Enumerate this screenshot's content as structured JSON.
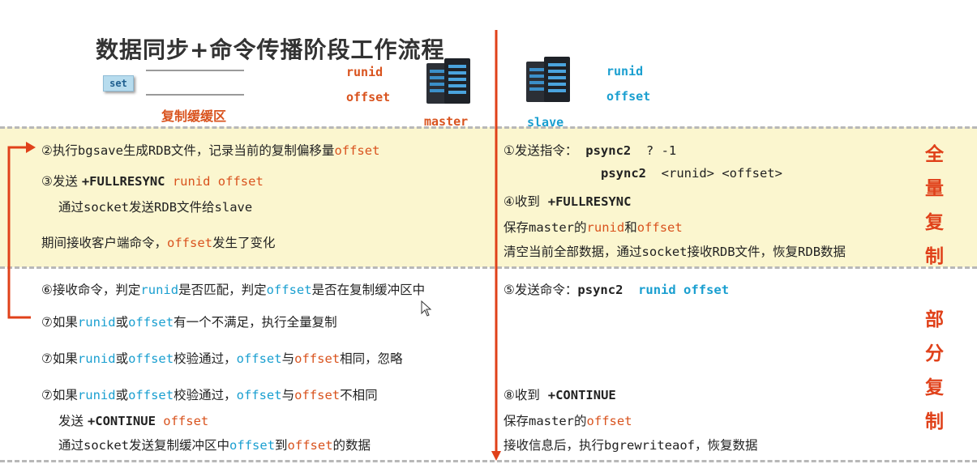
{
  "title": "数据同步+命令传播阶段工作流程",
  "buffer": {
    "set_label": "set",
    "label": "复制缓缓区"
  },
  "master": {
    "runid": "runid",
    "offset": "offset",
    "label": "master"
  },
  "slave": {
    "runid": "runid",
    "offset": "offset",
    "label": "slave"
  },
  "side_labels": {
    "full": [
      "全",
      "量",
      "复",
      "制"
    ],
    "partial": [
      "部",
      "分",
      "复",
      "制"
    ]
  },
  "full": {
    "left": {
      "l1": {
        "a": "②执行",
        "b": "bgsave",
        "c": "生成",
        "d": "RDB",
        "e": "文件，记录当前的复制偏移量",
        "f": "offset"
      },
      "l2": {
        "a": "③发送 ",
        "b": "+FULLRESYNC",
        "c": " runid offset"
      },
      "l3": {
        "a": "通过",
        "b": "socket",
        "c": "发送",
        "d": "RDB",
        "e": "文件给",
        "f": "slave"
      },
      "l4": {
        "a": "期间接收客户端命令，",
        "b": "offset",
        "c": "发生了变化"
      }
    },
    "right": {
      "l1": {
        "a": "①发送指令：  ",
        "b": "psync2",
        "c": "  ? -1"
      },
      "l2": {
        "b": "psync2",
        "c": "  <runid> <offset>"
      },
      "l3": {
        "a": "④收到  ",
        "b": "+FULLRESYNC"
      },
      "l4": {
        "a": "保存",
        "b": "master",
        "c": "的",
        "d": "runid",
        "e": "和",
        "f": "offset"
      },
      "l5": {
        "a": "清空当前全部数据，通过",
        "b": "socket",
        "c": "接收",
        "d": "RDB",
        "e": "文件，恢复",
        "f": "RDB",
        "g": "数据"
      }
    }
  },
  "partial": {
    "left": {
      "l1": {
        "a": "⑥接收命令，判定",
        "b": "runid",
        "c": "是否匹配，判定",
        "d": "offset",
        "e": "是否在复制缓冲区中"
      },
      "l2": {
        "a": "⑦如果",
        "b": "runid",
        "c": "或",
        "d": "offset",
        "e": "有一个不满足，执行全量复制"
      },
      "l3": {
        "a": "⑦如果",
        "b": "runid",
        "c": "或",
        "d": "offset",
        "e": "校验通过，",
        "f": "offset",
        "g": "与",
        "h": "offset",
        "i": "相同，忽略"
      },
      "l4": {
        "a": "⑦如果",
        "b": "runid",
        "c": "或",
        "d": "offset",
        "e": "校验通过，",
        "f": "offset",
        "g": "与",
        "h": "offset",
        "i": "不相同"
      },
      "l5": {
        "a": "发送 ",
        "b": "+CONTINUE",
        "c": " offset"
      },
      "l6": {
        "a": "通过",
        "b": "socket",
        "c": "发送复制缓冲区中",
        "d": "offset",
        "e": "到",
        "f": "offset",
        "g": "的数据"
      }
    },
    "right": {
      "l1": {
        "a": "⑤发送命令：",
        "b": "psync2",
        "c": "  runid offset"
      },
      "l2": {
        "a": "⑧收到  ",
        "b": "+CONTINUE"
      },
      "l3": {
        "a": "保存",
        "b": "master",
        "c": "的",
        "d": "offset"
      },
      "l4": {
        "a": "接收信息后，执行",
        "b": "bgrewriteaof",
        "c": "，恢复数据"
      }
    }
  },
  "colors": {
    "accent_red": "#e0411a",
    "orange": "#d9531e",
    "blue": "#1a9fd0",
    "band": "#fbf6cf"
  }
}
